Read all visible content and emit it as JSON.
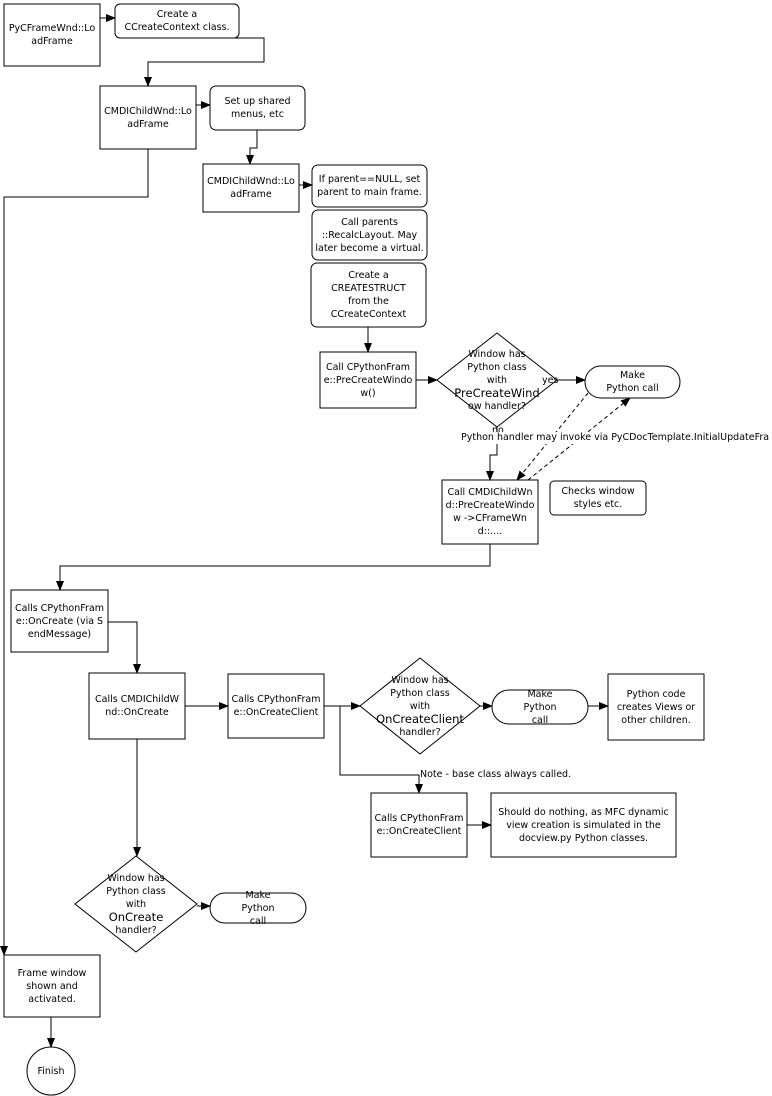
{
  "nodes": {
    "n1": "PyCFrameWnd::LoadFrame",
    "n2": "Create a CCreateContext class.",
    "n3": "CMDIChildWnd::LoadFrame",
    "n4": "Set up shared menus, etc",
    "n5": "CMDIChildWnd::LoadFrame",
    "n6": "If parent==NULL, set parent to main frame.",
    "n7": "Call parents ::RecalcLayout.  May later become a virtual.",
    "n8": "Create a CREATESTRUCT from the CCreateContext",
    "n9": "Call CPythonFrame::PreCreateWindow()",
    "d1_pre": "Window has Python class with",
    "d1_big": "PreCreateWind",
    "d1_post": "ow handler?",
    "n10": "Make Python call",
    "n11": "Call CMDIChildWnd::PreCreateWindow ->CFrameWnd::....",
    "n12": "Checks window styles etc.",
    "n13": "Calls CPythonFrame::OnCreate (via SendMessage)",
    "n14": "Calls CMDIChildWnd::OnCreate",
    "n15": "Calls CPythonFrame::OnCreateClient",
    "d2_pre": "Window has Python class with",
    "d2_big": "OnCreateClient",
    "d2_post": "handler?",
    "n16": "Make Python call",
    "n17": "Python code creates Views or other children.",
    "n18": "Calls CPythonFrame::OnCreateClient",
    "n19": "Should do nothing, as MFC dynamic view creation is simulated in the docview.py Python classes.",
    "d3_pre": "Window has Python class with",
    "d3_big": "OnCreate",
    "d3_post": "handler?",
    "n20": "Make Python call",
    "n21": "Frame window shown and activated.",
    "n22": "Finish"
  },
  "notes": {
    "yes": "yes",
    "no": "no",
    "python_handler": "Python handler may invoke via PyCDocTemplate.InitialUpdateFra",
    "base_class": "Note - base class always called."
  }
}
